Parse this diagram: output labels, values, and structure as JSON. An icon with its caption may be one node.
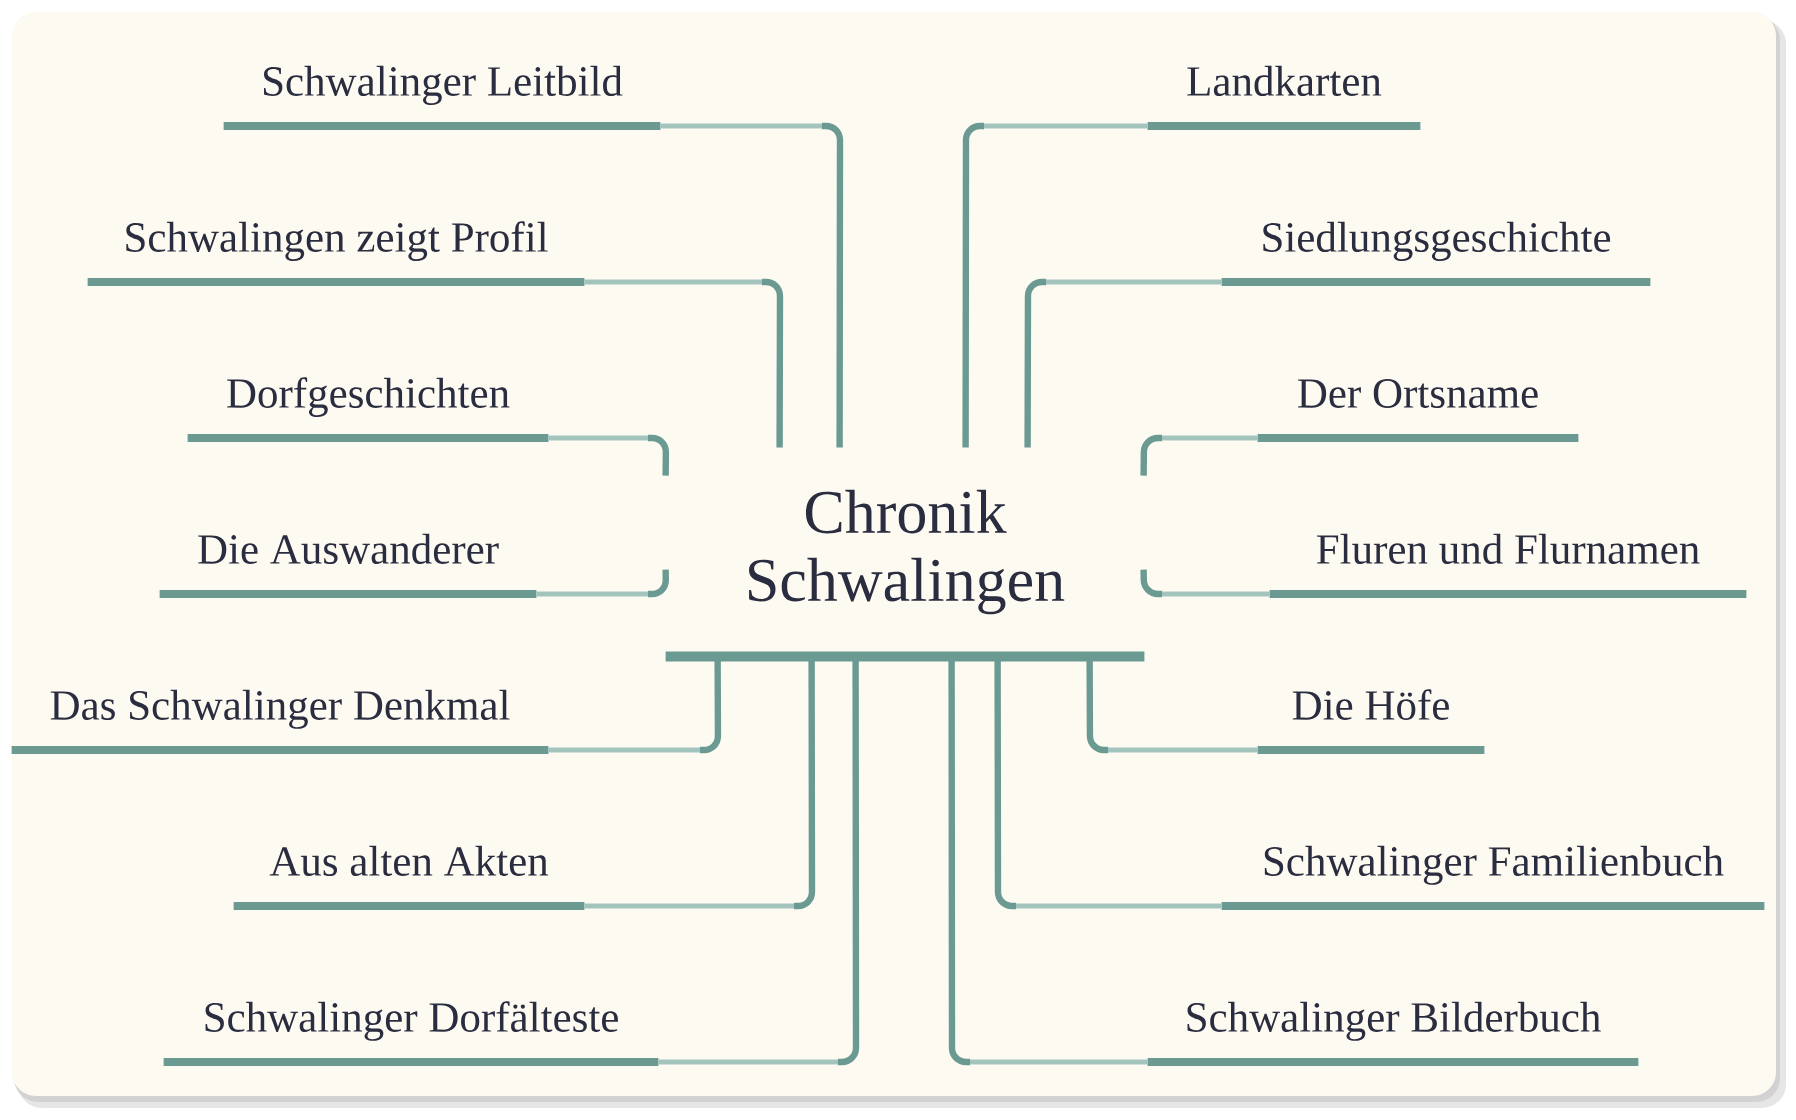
{
  "diagram": {
    "nodes": [
      {
        "text": [
          "Chronik Schwalingen"
        ]
      },
      {
        "text": [
          "Schwalinger Leitbild"
        ]
      },
      {
        "text": [
          "Schwalingen zeigt Profil"
        ]
      },
      {
        "text": [
          "Dorfgeschichten"
        ]
      },
      {
        "text": [
          "Die Auswanderer"
        ]
      },
      {
        "text": [
          "Das Schwalinger Denkmal"
        ]
      },
      {
        "text": [
          "Aus alten Akten"
        ]
      },
      {
        "text": [
          "Schwalinger Dorfälteste"
        ]
      },
      {
        "text": [
          "Landkarten"
        ]
      },
      {
        "text": [
          "Siedlungsgeschichte"
        ]
      },
      {
        "text": [
          "Der Ortsname"
        ]
      },
      {
        "text": [
          "Fluren und Flurnamen"
        ]
      },
      {
        "text": [
          "Die Höfe"
        ]
      },
      {
        "text": [
          "Schwalinger Familienbuch"
        ]
      },
      {
        "text": [
          "Schwalinger Bilderbuch"
        ]
      }
    ],
    "edges": [
      {
        "from": 0,
        "to": 1,
        "arrow": "none"
      },
      {
        "from": 0,
        "to": 2,
        "arrow": "none"
      },
      {
        "from": 0,
        "to": 3,
        "arrow": "none"
      },
      {
        "from": 0,
        "to": 4,
        "arrow": "none"
      },
      {
        "from": 0,
        "to": 5,
        "arrow": "none"
      },
      {
        "from": 0,
        "to": 6,
        "arrow": "none"
      },
      {
        "from": 0,
        "to": 7,
        "arrow": "none"
      },
      {
        "from": 0,
        "to": 8,
        "arrow": "none"
      },
      {
        "from": 0,
        "to": 9,
        "arrow": "none"
      },
      {
        "from": 0,
        "to": 10,
        "arrow": "none"
      },
      {
        "from": 0,
        "to": 11,
        "arrow": "none"
      },
      {
        "from": 0,
        "to": 12,
        "arrow": "none"
      },
      {
        "from": 0,
        "to": 13,
        "arrow": "none"
      },
      {
        "from": 0,
        "to": 14,
        "arrow": "none"
      }
    ]
  }
}
